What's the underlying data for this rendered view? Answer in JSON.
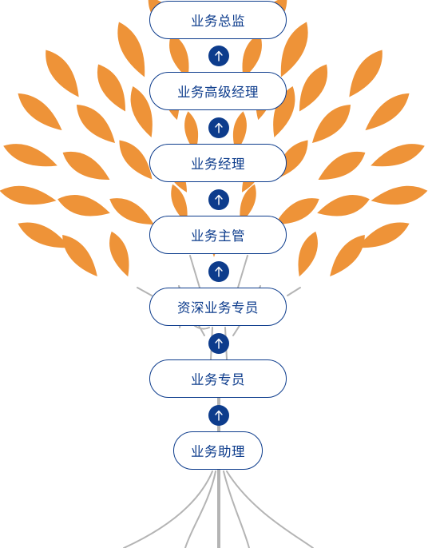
{
  "career_ladder": {
    "levels": [
      "业务总监",
      "业务高级经理",
      "业务经理",
      "业务主管",
      "资深业务专员",
      "业务专员",
      "业务助理"
    ]
  },
  "colors": {
    "leaf": "#ee9338",
    "node_border": "#0d3c8c",
    "node_text": "#0d3c8c",
    "arrow_bg": "#0d3c8c",
    "trunk": "#b4b4b4"
  },
  "icons": {
    "arrow": "arrow-up-icon",
    "leaf": "leaf-shape"
  }
}
